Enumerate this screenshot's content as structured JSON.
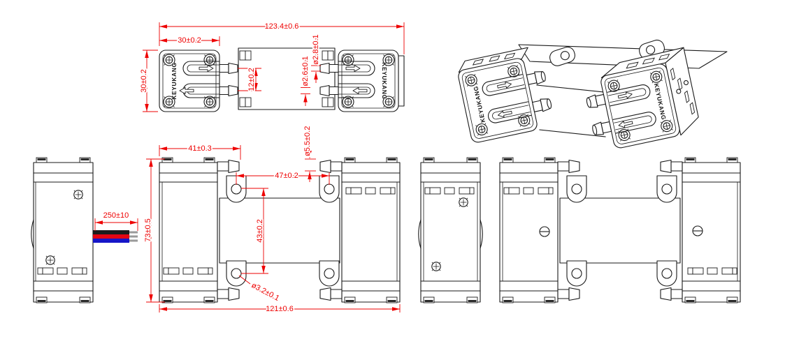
{
  "drawing": {
    "brand": "KEYUKANG",
    "background": "#ffffff",
    "line_color": "#1a1a1a",
    "dim_color": "#ee0000",
    "views": {
      "top_view": {
        "dims": {
          "overall_length": "123.4±0.6",
          "head_width": "30±0.2",
          "body_width": "30±0.2",
          "port_spacing": "12±0.2",
          "port_inner_dia": "ø2.6±0.1",
          "port_outer_dia": "ø2.8±0.1"
        }
      },
      "front_view": {
        "dims": {
          "head_width": "41±0.3",
          "barb_dia": "ø5.5±0.2",
          "mount_hole_span_h": "47±0.2",
          "mount_hole_span_v": "43±0.2",
          "height": "73±0.5",
          "mount_hole_dia": "ø3.2±0.1",
          "overall_length": "121±0.6"
        }
      },
      "side_view_wired": {
        "dims": {
          "wire_length": "250±10"
        },
        "wire_colors": [
          "#1c1c1c",
          "#e30613",
          "#1616c8"
        ],
        "wire_tip_color": "#9a9a9a"
      },
      "side_view_plain": {},
      "rear_view": {},
      "isometric_view": {}
    }
  }
}
